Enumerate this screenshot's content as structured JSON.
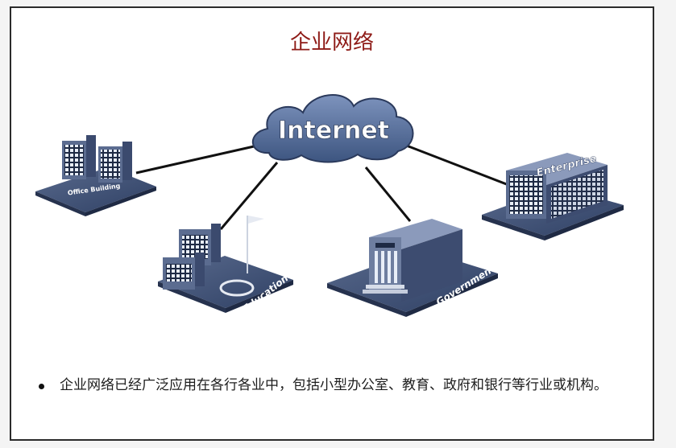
{
  "slide": {
    "title": "企业网络",
    "bullet": "企业网络已经广泛应用在各行各业中，包括小型办公室、教育、政府和银行等行业或机构。"
  },
  "diagram": {
    "hub_label": "Internet",
    "nodes": [
      {
        "id": "office",
        "label": "Office Building"
      },
      {
        "id": "education",
        "label": "Education"
      },
      {
        "id": "government",
        "label": "Government"
      },
      {
        "id": "enterprise",
        "label": "Enterprise"
      }
    ],
    "colors": {
      "title": "#8e1b17",
      "platform": "#3a4f73",
      "cloud": "#4a6593",
      "building": "#6e7ea0"
    }
  }
}
